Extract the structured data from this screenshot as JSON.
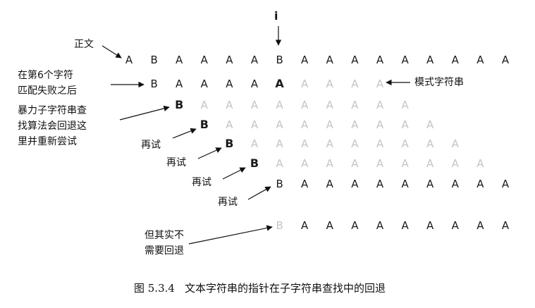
{
  "pointer_label": "i",
  "text": [
    "A",
    "B",
    "A",
    "A",
    "A",
    "A",
    "B",
    "A",
    "A",
    "A",
    "A",
    "A",
    "A",
    "A",
    "A",
    "A"
  ],
  "attempts": [
    {
      "start": 1,
      "chars": [
        "B",
        "A",
        "A",
        "A",
        "A",
        "A",
        "A",
        "A",
        "A",
        "A"
      ],
      "matched": 6
    },
    {
      "start": 2,
      "chars": [
        "B",
        "A",
        "A",
        "A",
        "A",
        "A",
        "A",
        "A",
        "A",
        "A"
      ],
      "matched": 1
    },
    {
      "start": 3,
      "chars": [
        "B",
        "A",
        "A",
        "A",
        "A",
        "A",
        "A",
        "A",
        "A",
        "A"
      ],
      "matched": 1
    },
    {
      "start": 4,
      "chars": [
        "B",
        "A",
        "A",
        "A",
        "A",
        "A",
        "A",
        "A",
        "A",
        "A"
      ],
      "matched": 1
    },
    {
      "start": 5,
      "chars": [
        "B",
        "A",
        "A",
        "A",
        "A",
        "A",
        "A",
        "A",
        "A",
        "A"
      ],
      "matched": 1
    },
    {
      "start": 6,
      "chars": [
        "B",
        "A",
        "A",
        "A",
        "A",
        "A",
        "A",
        "A",
        "A",
        "A"
      ],
      "matched": 10
    },
    {
      "start": 6,
      "chars": [
        "B",
        "A",
        "A",
        "A",
        "A",
        "A",
        "A",
        "A",
        "A",
        "A"
      ],
      "matched": 0,
      "faint_first": true
    }
  ],
  "labels": {
    "text": "正文",
    "mismatch": [
      "在第6个字符",
      "匹配失败之后"
    ],
    "backup": [
      "暴力子字符串查",
      "找算法会回退这",
      "里并重新尝试"
    ],
    "pattern": "模式字符串",
    "retry": "再试",
    "no_backup": [
      "但其实不",
      "需要回退"
    ]
  },
  "caption": {
    "number": "图 5.3.4",
    "text": "文本字符串的指针在子字符串查找中的回退"
  }
}
